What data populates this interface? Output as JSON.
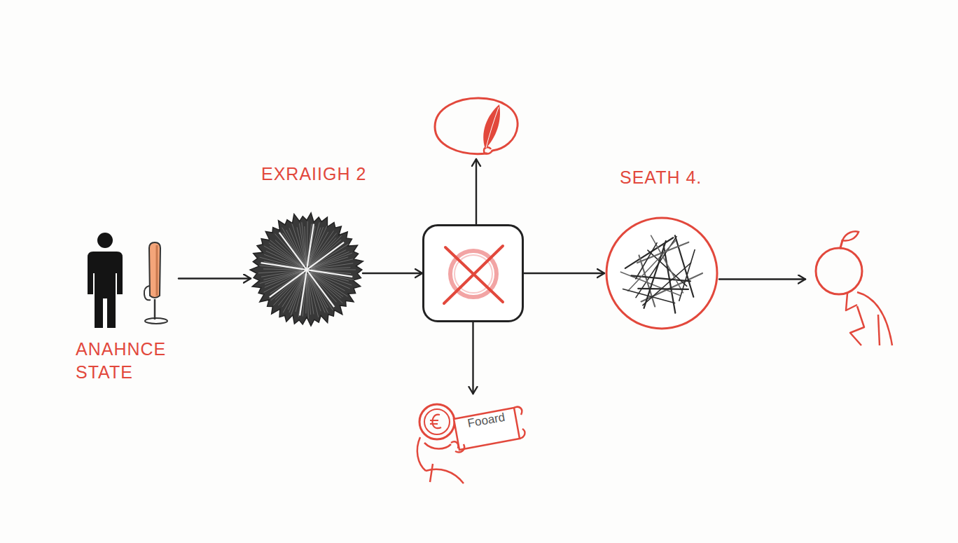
{
  "diagram": {
    "nodes": [
      {
        "text": [
          "ANAHNCE STATE"
        ]
      },
      {
        "text": [
          "EXRAIIGH 2"
        ]
      },
      {
        "text": []
      },
      {
        "text": []
      },
      {
        "text": [
          "Fooard"
        ]
      },
      {
        "text": [
          "SEATH 4."
        ]
      },
      {
        "text": []
      }
    ],
    "edges": [
      {
        "from": 0,
        "to": 1,
        "arrow": "to"
      },
      {
        "from": 1,
        "to": 2,
        "arrow": "to"
      },
      {
        "from": 2,
        "to": 3,
        "arrow": "to"
      },
      {
        "from": 2,
        "to": 4,
        "arrow": "to"
      },
      {
        "from": 2,
        "to": 5,
        "arrow": "to"
      },
      {
        "from": 5,
        "to": 6,
        "arrow": "to"
      }
    ]
  }
}
